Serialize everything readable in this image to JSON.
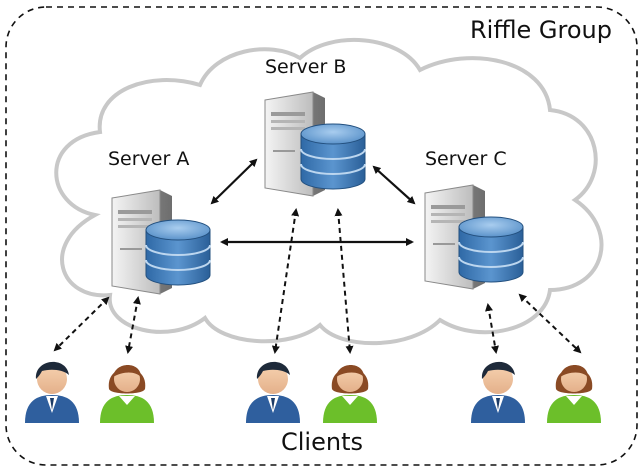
{
  "group": {
    "label": "Riffle Group"
  },
  "servers": [
    {
      "id": "A",
      "label": "Server A"
    },
    {
      "id": "B",
      "label": "Server B"
    },
    {
      "id": "C",
      "label": "Server C"
    }
  ],
  "clients_label": "Clients",
  "links": [
    {
      "from": "A",
      "to": "B",
      "style": "solid"
    },
    {
      "from": "B",
      "to": "C",
      "style": "solid"
    },
    {
      "from": "A",
      "to": "C",
      "style": "solid"
    },
    {
      "from": "A",
      "to": "client-1",
      "style": "dashed"
    },
    {
      "from": "A",
      "to": "client-2",
      "style": "dashed"
    },
    {
      "from": "B",
      "to": "client-3",
      "style": "dashed"
    },
    {
      "from": "B",
      "to": "client-4",
      "style": "dashed"
    },
    {
      "from": "C",
      "to": "client-5",
      "style": "dashed"
    },
    {
      "from": "C",
      "to": "client-6",
      "style": "dashed"
    }
  ],
  "clients": [
    {
      "id": "client-1",
      "kind": "male-user-icon"
    },
    {
      "id": "client-2",
      "kind": "female-user-icon"
    },
    {
      "id": "client-3",
      "kind": "male-user-icon"
    },
    {
      "id": "client-4",
      "kind": "female-user-icon"
    },
    {
      "id": "client-5",
      "kind": "male-user-icon"
    },
    {
      "id": "client-6",
      "kind": "female-user-icon"
    }
  ],
  "colors": {
    "cloud_stroke": "#c8c8c8",
    "db_blue": "#3a78b8",
    "male_suit": "#2f5f9e",
    "female_top": "#6cbf2a"
  }
}
